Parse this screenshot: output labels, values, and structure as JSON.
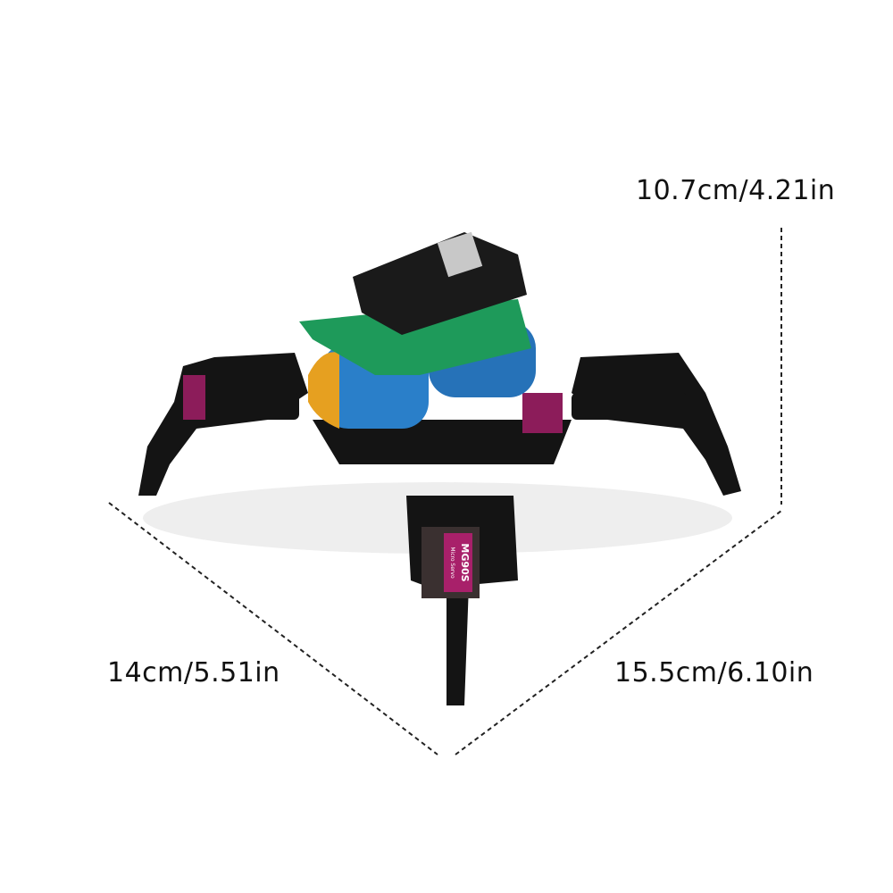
{
  "dimensions": {
    "height": "10.7cm/4.21in",
    "depth": "14cm/5.51in",
    "width": "15.5cm/6.10in"
  },
  "product": {
    "servo_label": "MG90S",
    "servo_sublabel": "Micro Servo"
  },
  "colors": {
    "frame": "#141414",
    "pcb": "#1e9a5a",
    "battery": "#2a7fc9",
    "servo": "#a8206a",
    "dimension_line": "#222222"
  }
}
